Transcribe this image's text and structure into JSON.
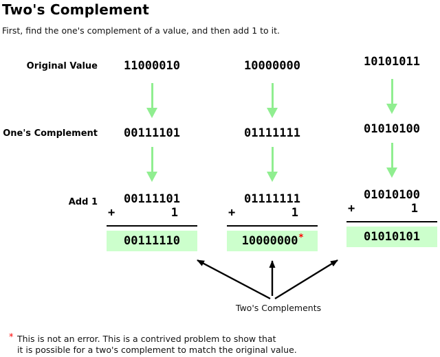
{
  "title": "Two's Complement",
  "subtitle": "First, find the one's complement of a value, and then add 1 to it.",
  "row_labels": {
    "original_value": "Original Value",
    "ones_complement": "One's Complement",
    "add_one": "Add 1"
  },
  "add_row": {
    "plus_sign": "+",
    "addend": "1"
  },
  "columns": [
    {
      "original_value": "11000010",
      "ones_complement": "00111101",
      "sum_top": "00111101",
      "result": "00111110",
      "result_marker": ""
    },
    {
      "original_value": "10000000",
      "ones_complement": "01111111",
      "sum_top": "01111111",
      "result": "10000000",
      "result_marker": "*"
    },
    {
      "original_value": "10101011",
      "ones_complement": "01010100",
      "sum_top": "01010100",
      "result": "01010101",
      "result_marker": ""
    }
  ],
  "pointer_label": "Two's Complements",
  "footnote": {
    "marker": "*",
    "line1": "This is not an error. This is a contrived problem to show that",
    "line2": "it is possible for a two's complement to match the original value."
  },
  "colors": {
    "arrow_green": "#90ee90",
    "result_box_green": "#ccffcc",
    "marker_red": "#ff0000",
    "text_black": "#000000"
  }
}
